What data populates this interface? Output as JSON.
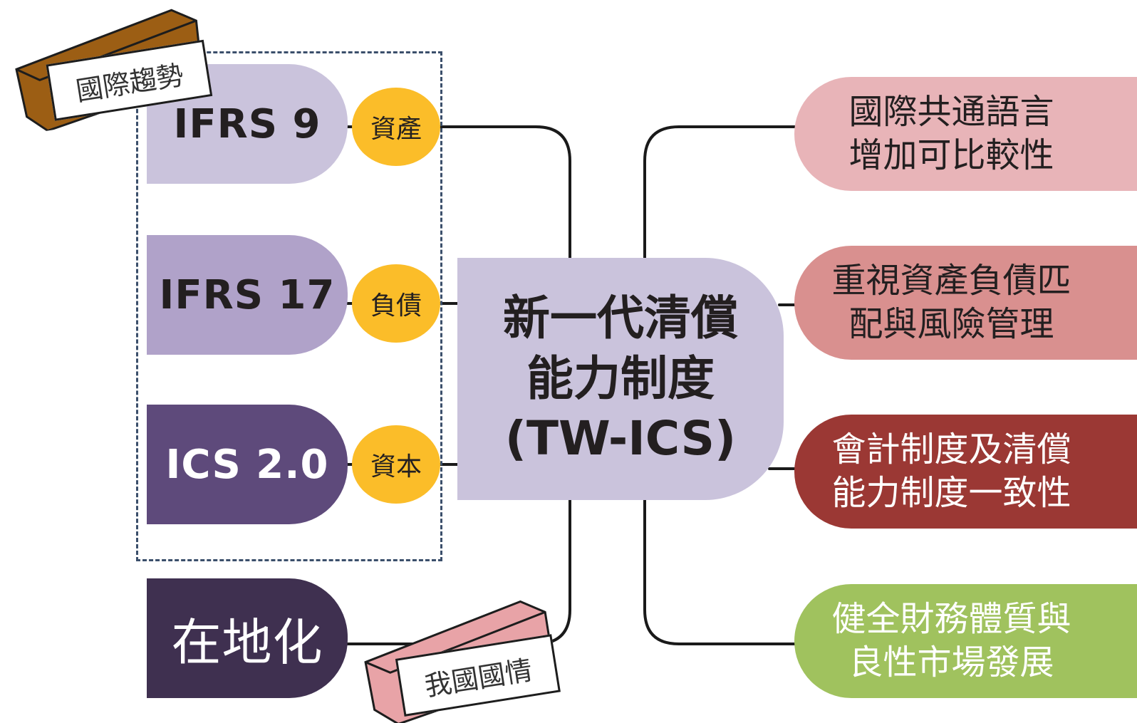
{
  "title": {
    "line1": "新一代清償",
    "line2": "能力制度",
    "line3": "(TW-ICS)"
  },
  "inputs": [
    {
      "name": "IFRS 9",
      "tag": "資產",
      "color": "#cac3dc",
      "text_color": "#231f20"
    },
    {
      "name": "IFRS 17",
      "tag": "負債",
      "color": "#b0a2c9",
      "text_color": "#231f20"
    },
    {
      "name": "ICS 2.0",
      "tag": "資本",
      "color": "#5e4a7b",
      "text_color": "#ffffff"
    },
    {
      "name": "在地化",
      "color": "#3f3050",
      "text_color": "#ffffff"
    }
  ],
  "stamps": {
    "international": "國際趨勢",
    "domestic": "我國國情"
  },
  "outcomes": [
    {
      "line1": "國際共通語言",
      "line2": "增加可比較性",
      "color": "#e8b4b8",
      "text_color": "#231f20"
    },
    {
      "line1": "重視資產負債匹",
      "line2": "配與風險管理",
      "color": "#d9908f",
      "text_color": "#231f20"
    },
    {
      "line1": "會計制度及清償",
      "line2": "能力制度一致性",
      "color": "#9b3834",
      "text_color": "#ffffff"
    },
    {
      "line1": "健全財務體質與",
      "line2": "良性市場發展",
      "color": "#a0c25e",
      "text_color": "#ffffff"
    }
  ],
  "colors": {
    "connector": "#1a1a1a",
    "tag_circle": "#fbbd29",
    "dashed_border": "#3b4f6b",
    "stamp_brown": "#9c5e14",
    "stamp_pink": "#e8a3a7"
  }
}
